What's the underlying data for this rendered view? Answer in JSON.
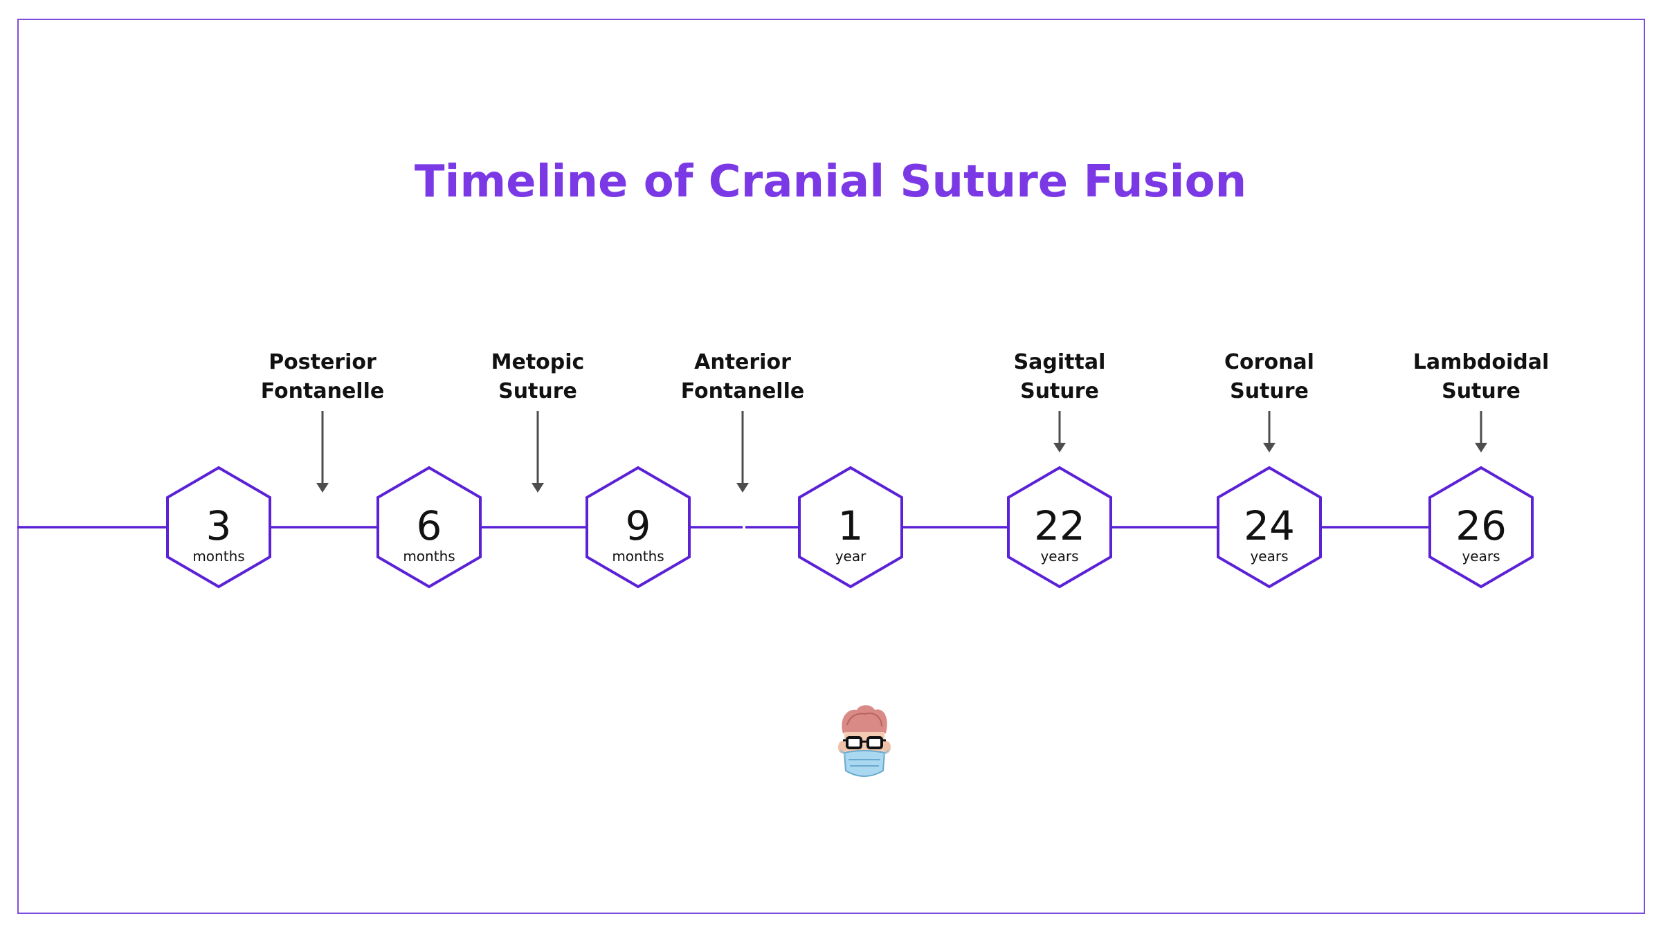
{
  "title": "Timeline of Cranial Suture Fusion",
  "milestones": [
    {
      "value": "3",
      "unit": "months"
    },
    {
      "value": "6",
      "unit": "months"
    },
    {
      "value": "9",
      "unit": "months"
    },
    {
      "value": "1",
      "unit": "year"
    },
    {
      "value": "22",
      "unit": "years"
    },
    {
      "value": "24",
      "unit": "years"
    },
    {
      "value": "26",
      "unit": "years"
    }
  ],
  "events": [
    {
      "line1": "Posterior",
      "line2": "Fontanelle"
    },
    {
      "line1": "Metopic",
      "line2": "Suture"
    },
    {
      "line1": "Anterior",
      "line2": "Fontanelle"
    },
    {
      "line1": "Sagittal",
      "line2": "Suture"
    },
    {
      "line1": "Coronal",
      "line2": "Suture"
    },
    {
      "line1": "Lambdoidal",
      "line2": "Suture"
    }
  ],
  "colors": {
    "accent": "#7b39e6",
    "hexagon_stroke": "#5b21d6",
    "arrow": "#4d4d4d",
    "text": "#111111"
  },
  "logo": {
    "icon": "masked-doctor-avatar-icon"
  }
}
